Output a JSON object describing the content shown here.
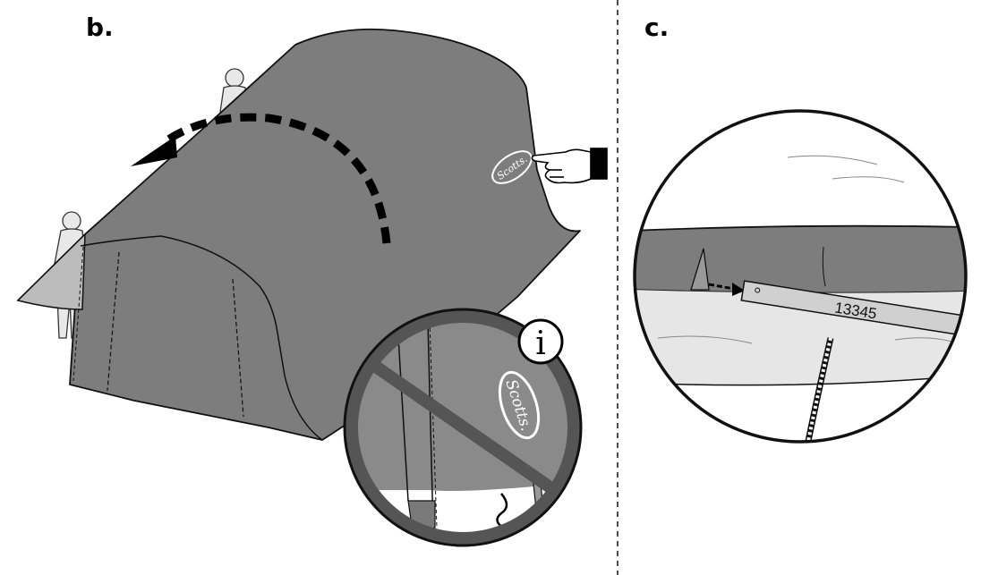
{
  "panels": {
    "b": {
      "label": "b."
    },
    "c": {
      "label": "c."
    }
  },
  "brand": {
    "logo_text": "Scotts."
  },
  "info_badge": {
    "glyph": "i",
    "icon": "info-icon"
  },
  "part_number": "13345",
  "colors": {
    "cover_gray": "#7d7d7d",
    "cover_dark": "#6a6a6a",
    "outline": "#111111",
    "background": "#ffffff",
    "person_fill": "#e6e6e6",
    "prohibition_ring": "#555555"
  },
  "icons": [
    "person-icon",
    "pointing-hand-icon",
    "dashed-arrow-icon",
    "prohibition-sign-icon",
    "info-icon",
    "magnifier-circle-icon"
  ]
}
